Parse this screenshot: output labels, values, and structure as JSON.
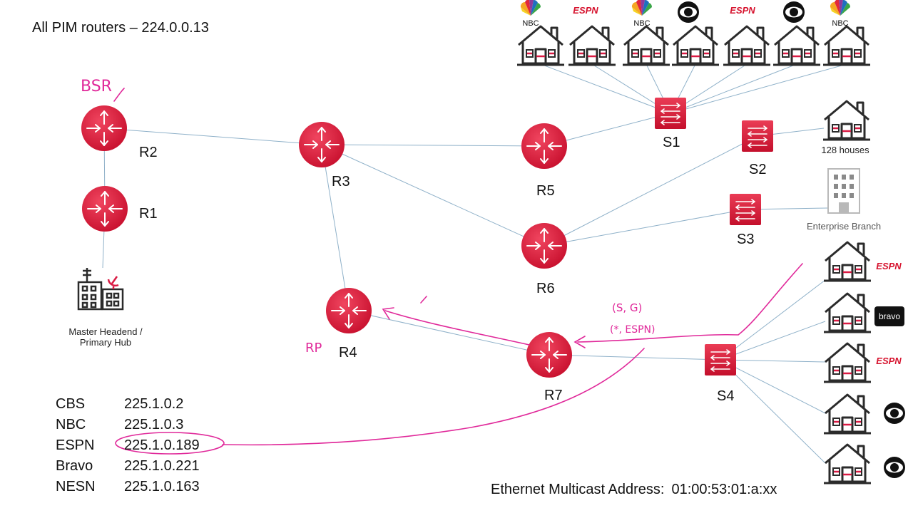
{
  "title": "All PIM routers – 224.0.0.13",
  "routers": [
    {
      "id": "R2",
      "label": "R2"
    },
    {
      "id": "R1",
      "label": "R1"
    },
    {
      "id": "R3",
      "label": "R3"
    },
    {
      "id": "R4",
      "label": "R4"
    },
    {
      "id": "R5",
      "label": "R5"
    },
    {
      "id": "R6",
      "label": "R6"
    },
    {
      "id": "R7",
      "label": "R7"
    }
  ],
  "switches": [
    {
      "id": "S1",
      "label": "S1"
    },
    {
      "id": "S2",
      "label": "S2"
    },
    {
      "id": "S3",
      "label": "S3"
    },
    {
      "id": "S4",
      "label": "S4"
    }
  ],
  "headend": {
    "label_line1": "Master Headend /",
    "label_line2": "Primary Hub"
  },
  "houses_128": {
    "label": "128 houses"
  },
  "enterprise": {
    "label": "Enterprise Branch"
  },
  "top_houses_logos": [
    "NBC",
    "ESPN",
    "NBC",
    "CBS",
    "ESPN",
    "CBS",
    "NBC"
  ],
  "right_houses_logos": [
    "ESPN",
    "bravo",
    "ESPN",
    "CBS",
    "CBS"
  ],
  "logo_text": {
    "nbc": "NBC",
    "espn": "ESPN",
    "bravo": "bravo"
  },
  "annotations": {
    "bsr": "BSR",
    "rp": "RP",
    "sg": "(S, G)",
    "star_espn": "(*, ESPN)"
  },
  "channels": [
    {
      "name": "CBS",
      "address": "225.1.0.2"
    },
    {
      "name": "NBC",
      "address": "225.1.0.3"
    },
    {
      "name": "ESPN",
      "address": "225.1.0.189",
      "circled": true
    },
    {
      "name": "Bravo",
      "address": "225.1.0.221"
    },
    {
      "name": "NESN",
      "address": "225.1.0.163"
    }
  ],
  "ethernet": {
    "label": "Ethernet Multicast Address:",
    "value": "01:00:53:01:a:xx"
  },
  "colors": {
    "device": "#d91a43",
    "link": "#8fb1c9",
    "ink": "#e0299a",
    "house": "#2b2b2b"
  }
}
